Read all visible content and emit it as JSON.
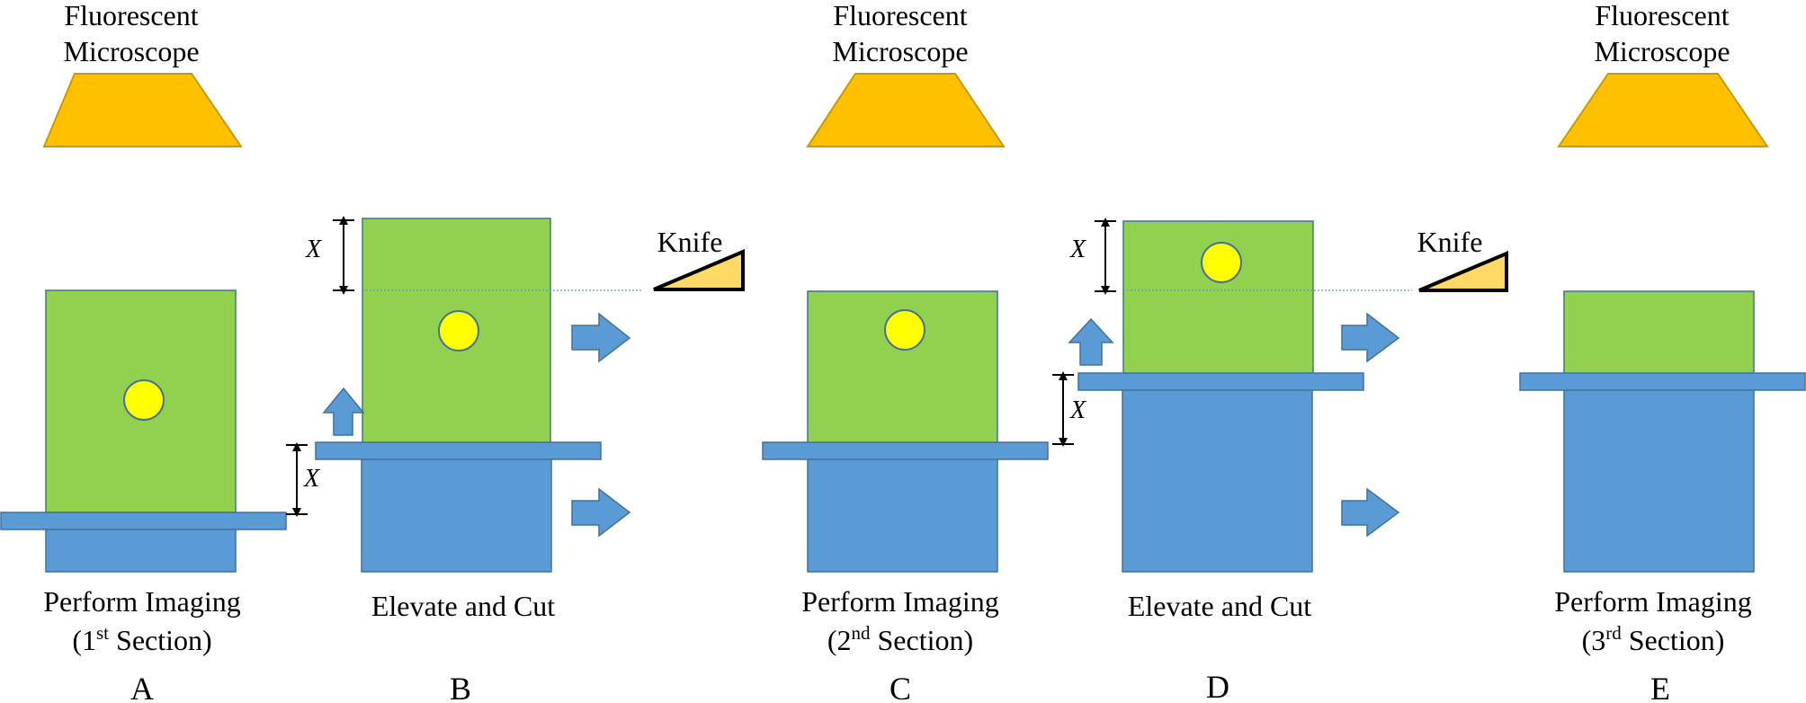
{
  "colors": {
    "microscope_fill": "#FFC000",
    "microscope_stroke": "#C99A06",
    "sample_green": "#92D050",
    "stage_blue": "#5B9BD5",
    "outline_blue": "#41719C",
    "particle_yellow": "#FFFF00",
    "knife_fill": "#FFD966",
    "knife_edge": "#000000"
  },
  "microscope_label": {
    "line1": "Fluorescent",
    "line2": "Microscope"
  },
  "knife_label": "Knife",
  "step_x_label": "X",
  "panels": [
    {
      "letter": "A",
      "caption_line1": "Perform Imaging",
      "caption_line2_pre": "(1",
      "caption_line2_sup": "st",
      "caption_line2_post": " Section)"
    },
    {
      "letter": "B",
      "caption": "Elevate and Cut"
    },
    {
      "letter": "C",
      "caption_line1": "Perform Imaging",
      "caption_line2_pre": "(2",
      "caption_line2_sup": "nd",
      "caption_line2_post": " Section)"
    },
    {
      "letter": "D",
      "caption": "Elevate and Cut"
    },
    {
      "letter": "E",
      "caption_line1": "Perform Imaging",
      "caption_line2_pre": "(3",
      "caption_line2_sup": "rd",
      "caption_line2_post": " Section)"
    }
  ]
}
